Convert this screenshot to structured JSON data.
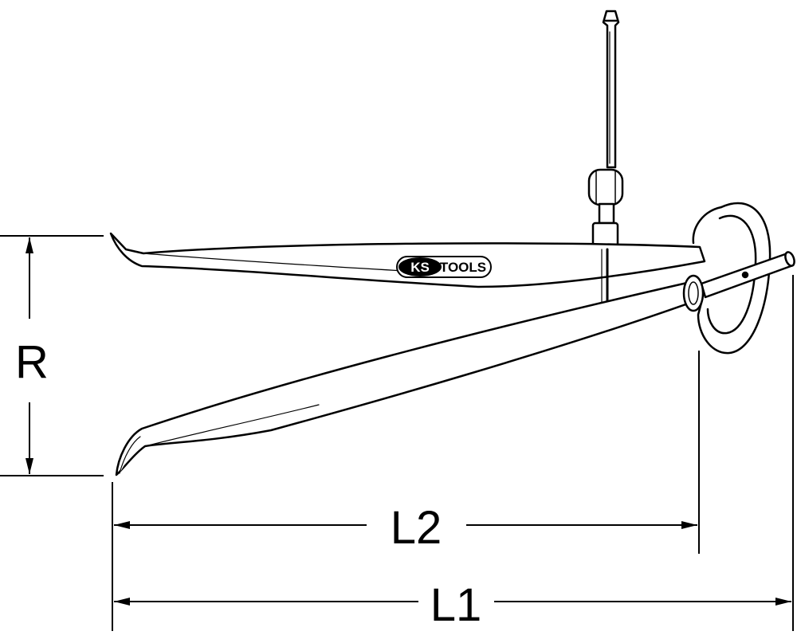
{
  "diagram": {
    "labels": {
      "radius": "R",
      "length_2": "L2",
      "length_1": "L1"
    },
    "logo": {
      "brand_left": "KS",
      "brand_right": "TOOLS"
    },
    "colors": {
      "line": "#000000",
      "background": "#ffffff",
      "logo_fill": "#ffffff"
    }
  }
}
